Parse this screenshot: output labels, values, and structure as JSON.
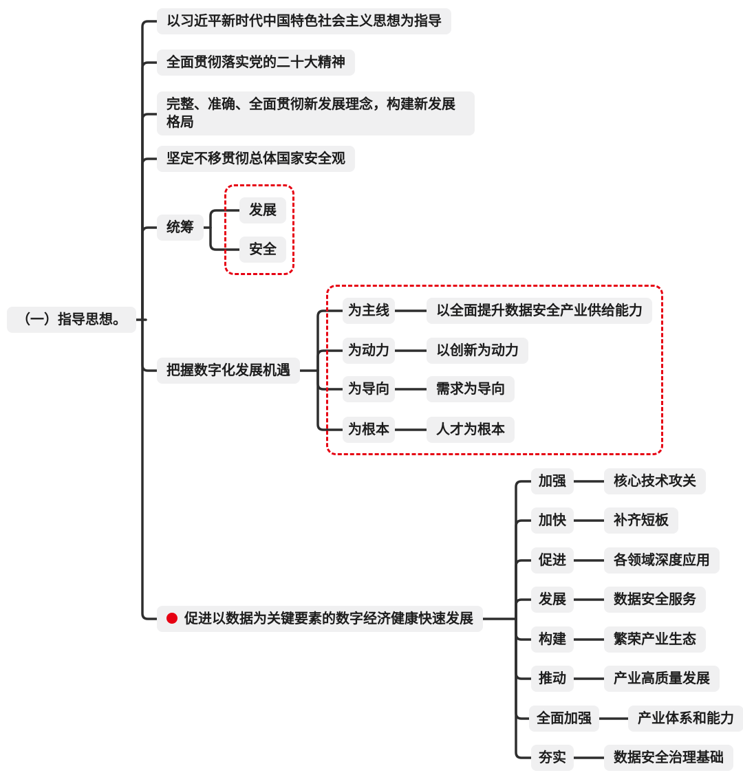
{
  "mindmap": {
    "root": {
      "label": "（一）指导思想。"
    },
    "branches": [
      {
        "label": "以习近平新时代中国特色社会主义思想为指导"
      },
      {
        "label": "全面贯彻落实党的二十大精神"
      },
      {
        "label": "完整、准确、全面贯彻新发展理念，构建新发展格局"
      },
      {
        "label": "坚定不移贯彻总体国家安全观"
      },
      {
        "label": "统筹",
        "children": [
          {
            "label": "发展"
          },
          {
            "label": "安全"
          }
        ]
      },
      {
        "label": "把握数字化发展机遇",
        "children": [
          {
            "label": "为主线",
            "detail": "以全面提升数据安全产业供给能力"
          },
          {
            "label": "为动力",
            "detail": "以创新为动力"
          },
          {
            "label": "为导向",
            "detail": "需求为导向"
          },
          {
            "label": "为根本",
            "detail": "人才为根本"
          }
        ]
      },
      {
        "label": "促进以数据为关键要素的数字经济健康快速发展",
        "bullet": "red-dot",
        "children": [
          {
            "label": "加强",
            "detail": "核心技术攻关"
          },
          {
            "label": "加快",
            "detail": "补齐短板"
          },
          {
            "label": "促进",
            "detail": "各领域深度应用"
          },
          {
            "label": "发展",
            "detail": "数据安全服务"
          },
          {
            "label": "构建",
            "detail": "繁荣产业生态"
          },
          {
            "label": "推动",
            "detail": "产业高质量发展"
          },
          {
            "label": "全面加强",
            "detail": "产业体系和能力"
          },
          {
            "label": "夯实",
            "detail": "数据安全治理基础"
          }
        ]
      }
    ]
  },
  "colors": {
    "accent_red": "#e60012",
    "line": "#2e2e2e",
    "node_bg": "#f0f0f1",
    "text": "#1c1c1c"
  }
}
